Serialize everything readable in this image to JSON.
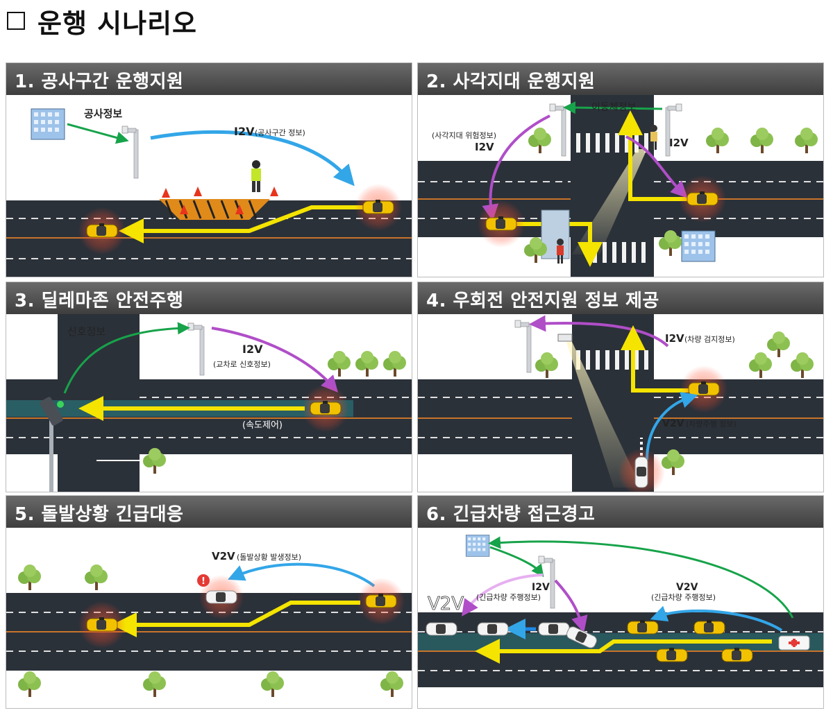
{
  "page": {
    "title": "운행 시나리오"
  },
  "colors": {
    "road": "#2b3139",
    "lane": "#e0e0e0",
    "path": "#f4e400",
    "i2v": "#33a6e8",
    "v2v": "#b04ec8",
    "info": "#17a34a",
    "car": "#f2c200"
  },
  "panels": [
    {
      "title": "1. 공사구간 운행지원",
      "labels": {
        "info": "공사정보",
        "i2v": "I2V",
        "i2v_sub": "(공사구간 정보)"
      }
    },
    {
      "title": "2. 사각지대 운행지원",
      "labels": {
        "info": "이동체정보",
        "i2v_left_sub": "(사각지대 위험정보)",
        "i2v_left": "I2V",
        "i2v_right": "I2V"
      }
    },
    {
      "title": "3. 딜레마존 안전주행",
      "labels": {
        "info": "신호정보",
        "i2v": "I2V",
        "i2v_sub": "(교차로 신호정보)",
        "speed": "(속도제어)"
      }
    },
    {
      "title": "4. 우회전 안전지원 정보 제공",
      "labels": {
        "i2v": "I2V",
        "i2v_sub": "(차량 검지정보)",
        "v2v": "V2V",
        "v2v_sub": "(차량주행 정보)"
      }
    },
    {
      "title": "5. 돌발상황 긴급대응",
      "labels": {
        "v2v": "V2V",
        "v2v_sub": "(돌발상황 발생정보)"
      }
    },
    {
      "title": "6. 긴급차량 접근경고",
      "labels": {
        "v2v_left": "V2V",
        "i2v": "I2V",
        "i2v_sub": "(긴급차량 주행정보)",
        "v2v": "V2V",
        "v2v_sub": "(긴급차량 주행정보)"
      }
    }
  ]
}
